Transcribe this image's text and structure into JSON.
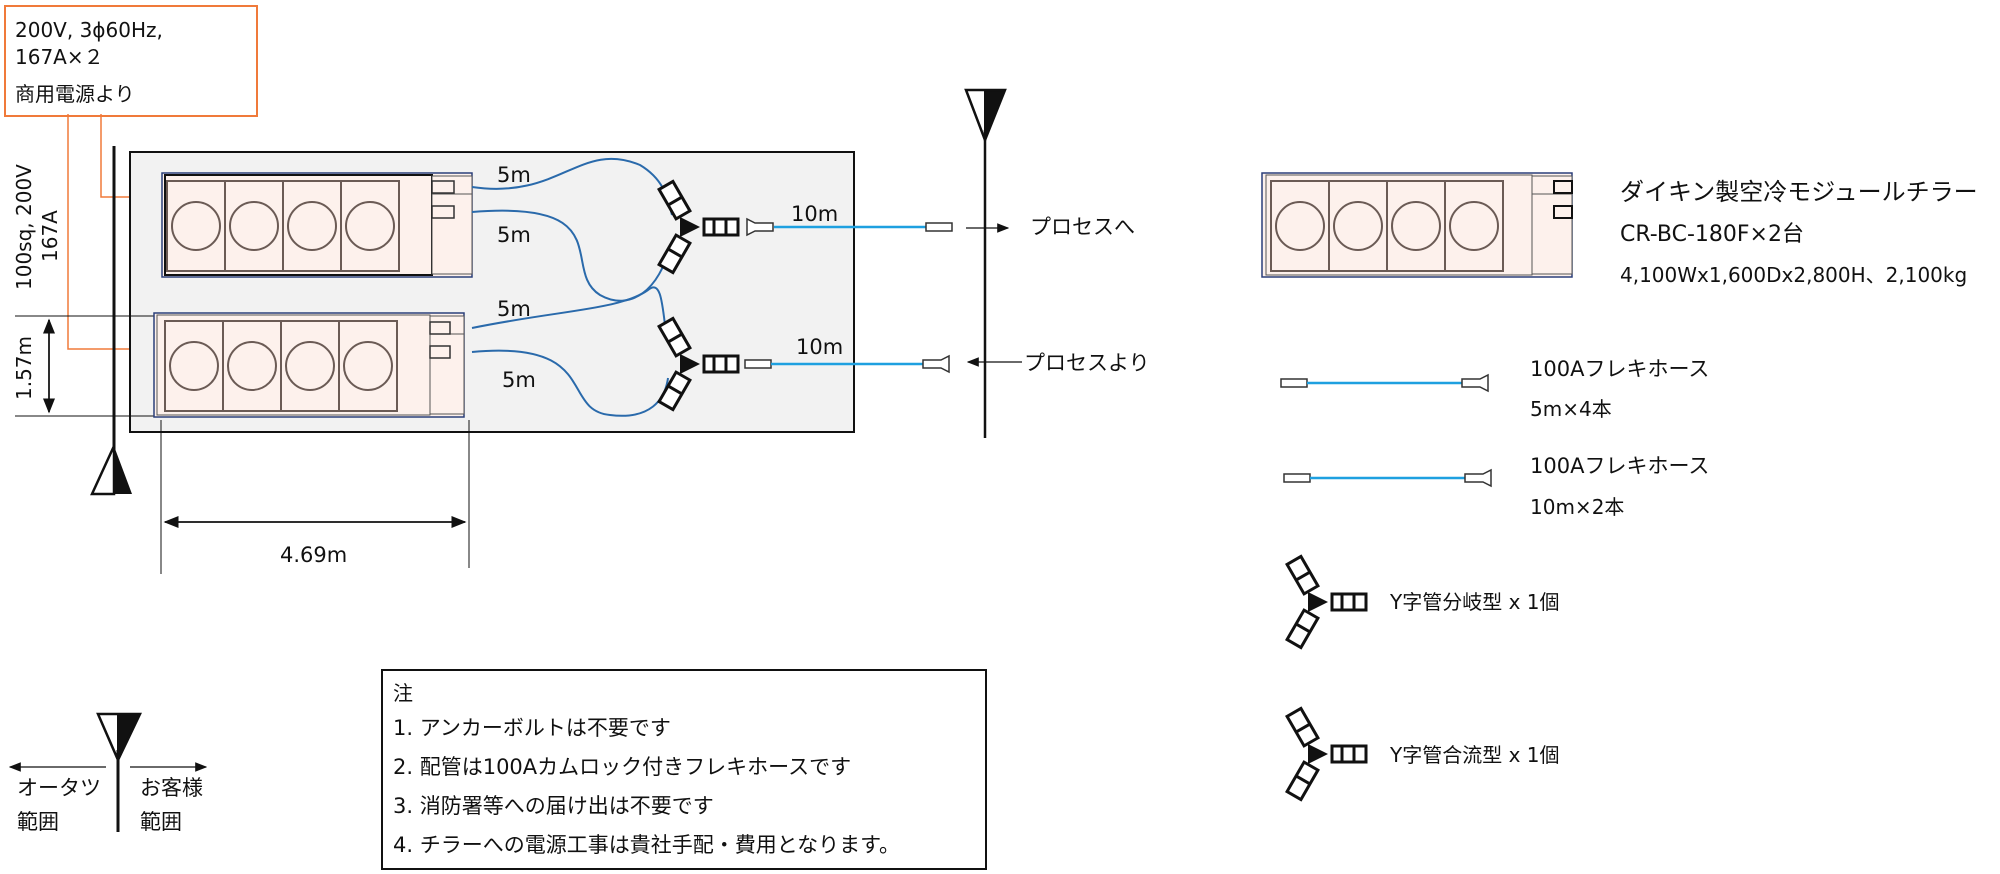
{
  "power_box": {
    "line1": "200V, 3ϕ60Hz,",
    "line2": "167A×２",
    "line3": "商用電源より"
  },
  "cable_label": {
    "line1": "100sq, 200V",
    "line2": "167A"
  },
  "dimensions": {
    "depth": "1.57m",
    "width": "4.69m"
  },
  "hose_labels": {
    "top_upper": "5m",
    "top_lower": "5m",
    "bottom_upper": "5m",
    "bottom_lower": "5m",
    "out_top": "10m",
    "out_bottom": "10m"
  },
  "process": {
    "to": "プロセスへ",
    "from": "プロセスより"
  },
  "legend": {
    "chiller_name": "ダイキン製空冷モジュールチラー",
    "chiller_model": "CR-BC-180F×2台",
    "chiller_size": "4,100Wx1,600Dx2,800H、2,100kg",
    "hose5_name": "100Aフレキホース",
    "hose5_qty": "5m×4本",
    "hose10_name": "100Aフレキホース",
    "hose10_qty": "10m×2本",
    "ybranch": "Y字管分岐型 x 1個",
    "ymerge": "Y字管合流型 x 1個"
  },
  "scope": {
    "left_line1": "オータツ",
    "left_line2": "範囲",
    "right_line1": "お客様",
    "right_line2": "範囲"
  },
  "notes": {
    "title": "注",
    "items": [
      "1. アンカーボルトは不要です",
      "2. 配管は100Aカムロック付きフレキホースです",
      "3. 消防署等への届け出は不要です",
      "4. チラーへの電源工事は貴社手配・費用となります。"
    ]
  },
  "colors": {
    "hose": "#1ea0e0",
    "pipe": "#2a6aab",
    "power": "#f07a3a",
    "chiller_fill": "#fdf1ec",
    "area_fill": "#f2f2f2"
  }
}
